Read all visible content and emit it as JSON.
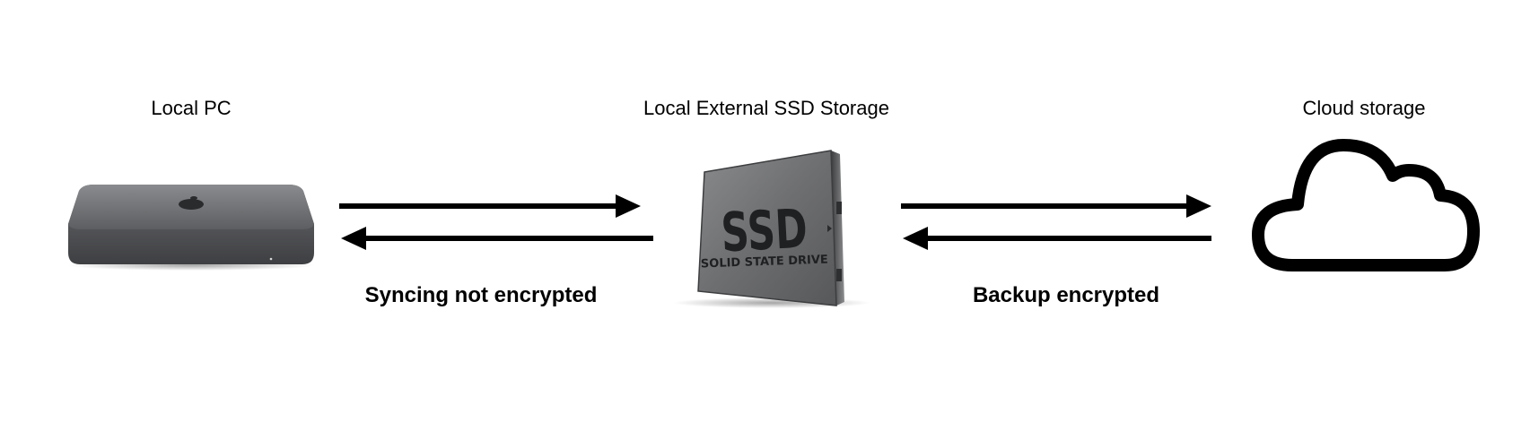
{
  "nodes": {
    "local_pc": {
      "label": "Local PC",
      "icon": "mac-mini-icon"
    },
    "ssd": {
      "label": "Local External SSD Storage",
      "icon": "ssd-drive-icon",
      "face_text": "SSD",
      "face_subtext": "SOLID STATE DRIVE"
    },
    "cloud": {
      "label": "Cloud storage",
      "icon": "cloud-icon"
    }
  },
  "edges": {
    "sync": {
      "label": "Syncing not encrypted"
    },
    "backup": {
      "label": "Backup encrypted"
    }
  },
  "colors": {
    "arrow": "#000000",
    "device_body": "#5a5b5e",
    "device_top": "#76777a",
    "ssd_face": "#6b6c6e",
    "text": "#000000"
  }
}
